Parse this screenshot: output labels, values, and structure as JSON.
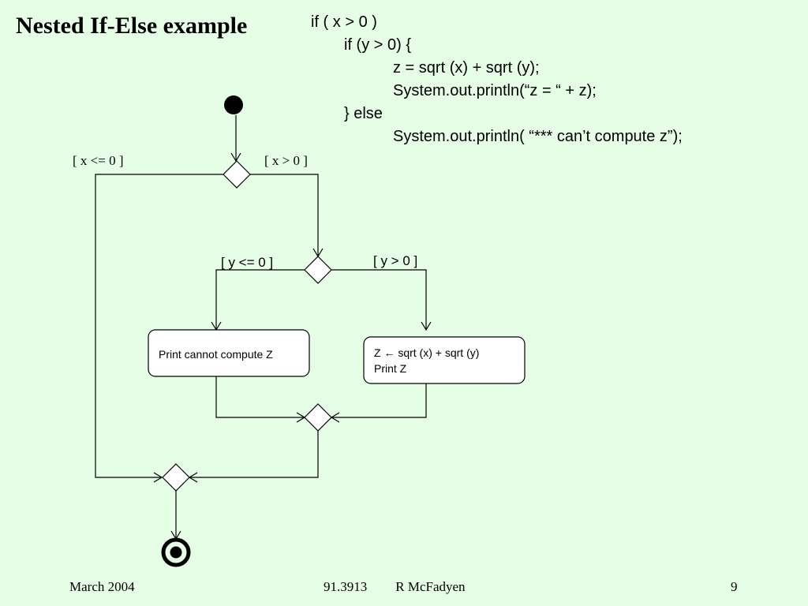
{
  "title": "Nested If-Else example",
  "code": [
    {
      "indent": 0,
      "text": "if ( x > 0 )"
    },
    {
      "indent": 1,
      "text": "if (y > 0) {"
    },
    {
      "indent": 2,
      "text": "z = sqrt (x) + sqrt (y);"
    },
    {
      "indent": 2,
      "text": "System.out.println(“z = “ + z);"
    },
    {
      "indent": 1,
      "text": "} else"
    },
    {
      "indent": 2,
      "text": "System.out.println( “*** can’t compute z”);"
    }
  ],
  "diagram": {
    "guards": {
      "x_le_0": "[ x <= 0 ]",
      "x_gt_0": "[ x > 0 ]",
      "y_le_0": "[ y <= 0 ]",
      "y_gt_0": "[ y > 0 ]"
    },
    "actions": {
      "print_cannot": "Print cannot compute Z",
      "compute_line1": "Z ← sqrt (x) + sqrt (y)",
      "compute_line2": "Print Z"
    }
  },
  "footer": {
    "date": "March 2004",
    "course": "91.3913",
    "author": "R McFadyen",
    "page": "9"
  }
}
